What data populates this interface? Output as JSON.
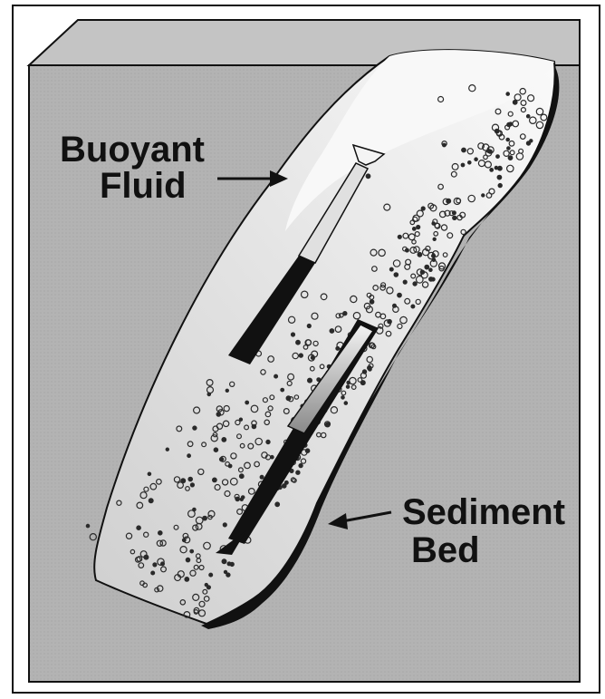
{
  "labels": {
    "buoyant_fluid": {
      "line1": "Buoyant",
      "line2": "Fluid"
    },
    "sediment_bed": {
      "line1": "Sediment",
      "line2": "Bed"
    }
  },
  "colors": {
    "frame": "#111111",
    "block_front": "#b3b3b3",
    "block_top": "#c4c4c4",
    "channel_fill": "#e4e4e4",
    "channel_upper_fill": "#f6f6f6",
    "sediment_edge": "#111111",
    "particle_stroke": "#2a2a2a",
    "dark_arrow": "#111111",
    "light_arrow": "#d6d6d6"
  }
}
